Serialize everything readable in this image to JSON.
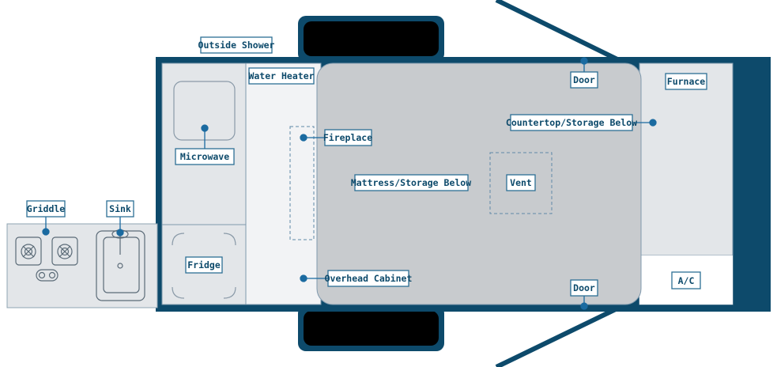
{
  "floorplan": {
    "labels": {
      "outside_shower": "Outside Shower",
      "water_heater": "Water Heater",
      "door_top": "Door",
      "furnace": "Furnace",
      "countertop": "Countertop/Storage Below",
      "microwave": "Microwave",
      "fireplace": "Fireplace",
      "mattress": "Mattress/Storage Below",
      "vent": "Vent",
      "griddle": "Griddle",
      "sink": "Sink",
      "fridge": "Fridge",
      "overhead_cabinet": "Overhead Cabinet",
      "door_bottom": "Door",
      "ac": "A/C"
    },
    "colors": {
      "frame": "#0d4a6b",
      "accent": "#1a6aa0",
      "panel_light": "#e3e6e9",
      "mattress": "#c8cbce",
      "wheel": "#000000"
    }
  }
}
